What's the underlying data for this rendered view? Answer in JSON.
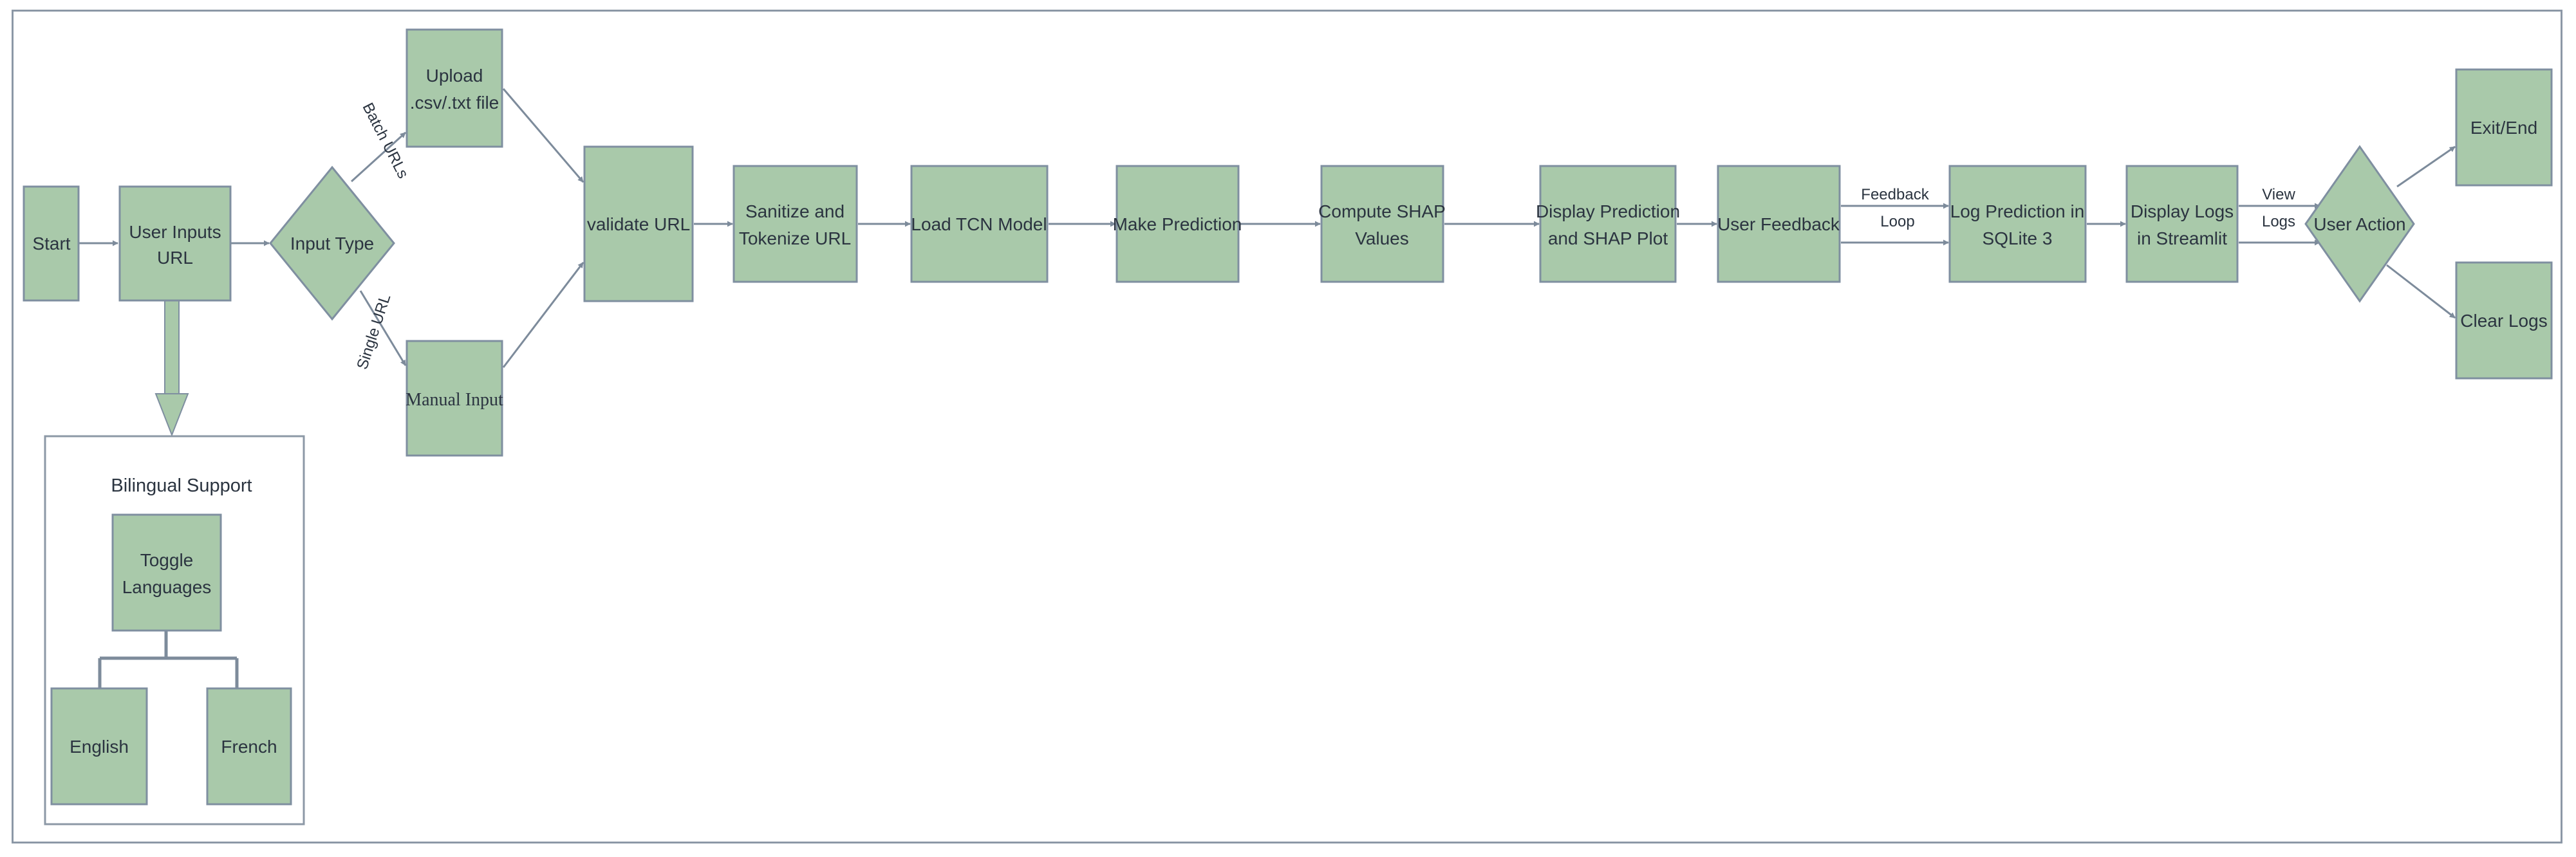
{
  "nodes": {
    "start": "Start",
    "user_inputs": [
      "User Inputs",
      "URL"
    ],
    "input_type": "Input Type",
    "upload": [
      "Upload",
      ".csv/.txt file"
    ],
    "manual_input": "Manual Input",
    "validate": "validate URL",
    "sanitize": [
      "Sanitize and",
      "Tokenize URL"
    ],
    "load_model": "Load TCN Model",
    "make_prediction": "Make Prediction",
    "compute_shap": [
      "Compute SHAP",
      "Values"
    ],
    "display_prediction": [
      "Display Prediction",
      "and SHAP Plot"
    ],
    "user_feedback": "User Feedback",
    "log_prediction": [
      "Log Prediction in",
      "SQLite 3"
    ],
    "display_logs": [
      "Display Logs",
      "in Streamlit"
    ],
    "user_action": "User Action",
    "exit_end": "Exit/End",
    "clear_logs": "Clear Logs"
  },
  "bilingual": {
    "title": "Bilingual Support",
    "toggle": [
      "Toggle",
      "Languages"
    ],
    "english": "English",
    "french": "French"
  },
  "edge_labels": {
    "batch": "Batch URLs",
    "single": "Single URL",
    "feedback_loop": [
      "Feedback",
      "Loop"
    ],
    "view_logs": [
      "View",
      "Logs"
    ]
  },
  "colors": {
    "node_fill": "#a9c9aa",
    "node_stroke": "#7f8fa0",
    "edge": "#7d8b9b"
  }
}
